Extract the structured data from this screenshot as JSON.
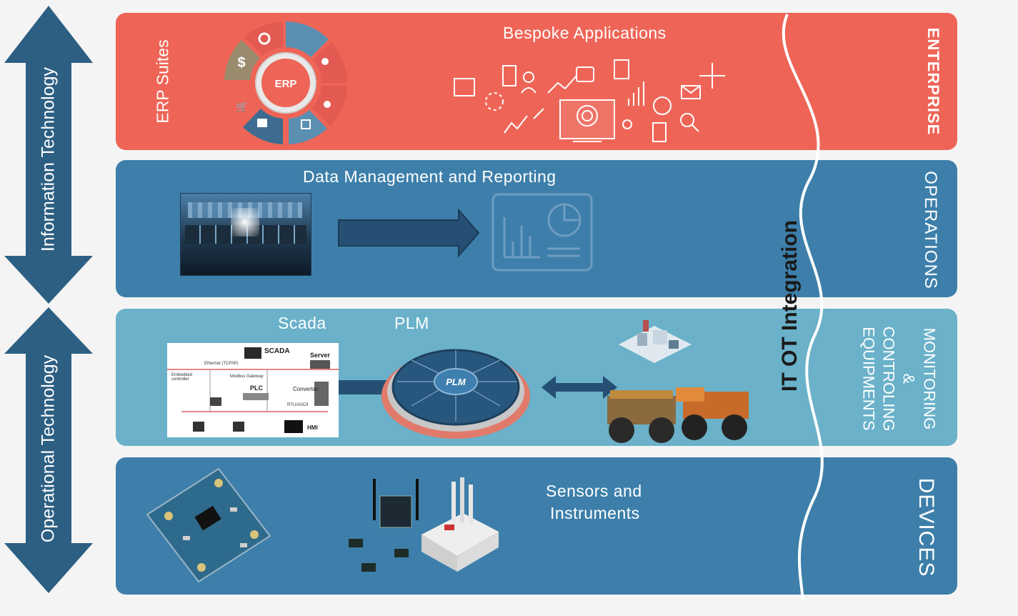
{
  "side_arrows": {
    "it": "Information Technology",
    "ot": "Operational Technology"
  },
  "integration_label": "IT OT Integration",
  "enterprise": {
    "layer": "ENTERPRISE",
    "erp_suites": "ERP Suites",
    "erp_hub": "ERP",
    "bespoke": "Bespoke Applications",
    "color": "#ee6557"
  },
  "operations": {
    "layer": "OPERATIONS",
    "title": "Data Management and Reporting",
    "color": "#3d7faa"
  },
  "monitoring": {
    "layer_line1": "MONITORING",
    "layer_line2": "&",
    "layer_line3": "CONTROLING",
    "layer_line4": "EQUIPMENTS",
    "scada": "Scada",
    "plm": "PLM",
    "plm_hub": "PLM",
    "scada_diagram": {
      "scada": "SCADA",
      "server": "Server",
      "ethernet": "Ethernet (TCP/IP)",
      "embedded": "Embedded controller",
      "modbus": "Modbus Gateway",
      "plc": "PLC",
      "converter": "Converter",
      "rtu": "RTU/ASCII",
      "hmi": "HMI"
    },
    "color": "#6ab1c9"
  },
  "devices": {
    "layer": "DEVICES",
    "title_line1": "Sensors and",
    "title_line2": "Instruments",
    "color": "#3d7faa"
  }
}
